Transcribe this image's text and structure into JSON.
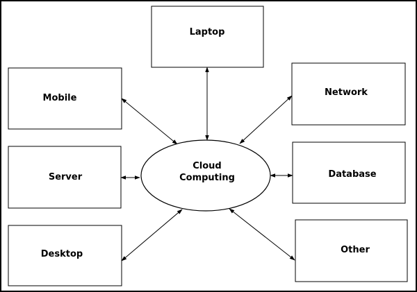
{
  "diagram": {
    "hub": {
      "line1": "Cloud",
      "line2": "Computing"
    },
    "nodes": {
      "laptop": "Laptop",
      "mobile": "Mobile",
      "network": "Network",
      "server": "Server",
      "database": "Database",
      "desktop": "Desktop",
      "other": "Other"
    },
    "connections": [
      {
        "from": "hub",
        "to": "laptop",
        "arrows": "both"
      },
      {
        "from": "hub",
        "to": "mobile",
        "arrows": "both"
      },
      {
        "from": "hub",
        "to": "network",
        "arrows": "both"
      },
      {
        "from": "hub",
        "to": "server",
        "arrows": "both"
      },
      {
        "from": "hub",
        "to": "database",
        "arrows": "both"
      },
      {
        "from": "hub",
        "to": "desktop",
        "arrows": "both"
      },
      {
        "from": "hub",
        "to": "other",
        "arrows": "both"
      }
    ],
    "colors": {
      "stroke": "#000000",
      "fill": "#ffffff"
    }
  }
}
